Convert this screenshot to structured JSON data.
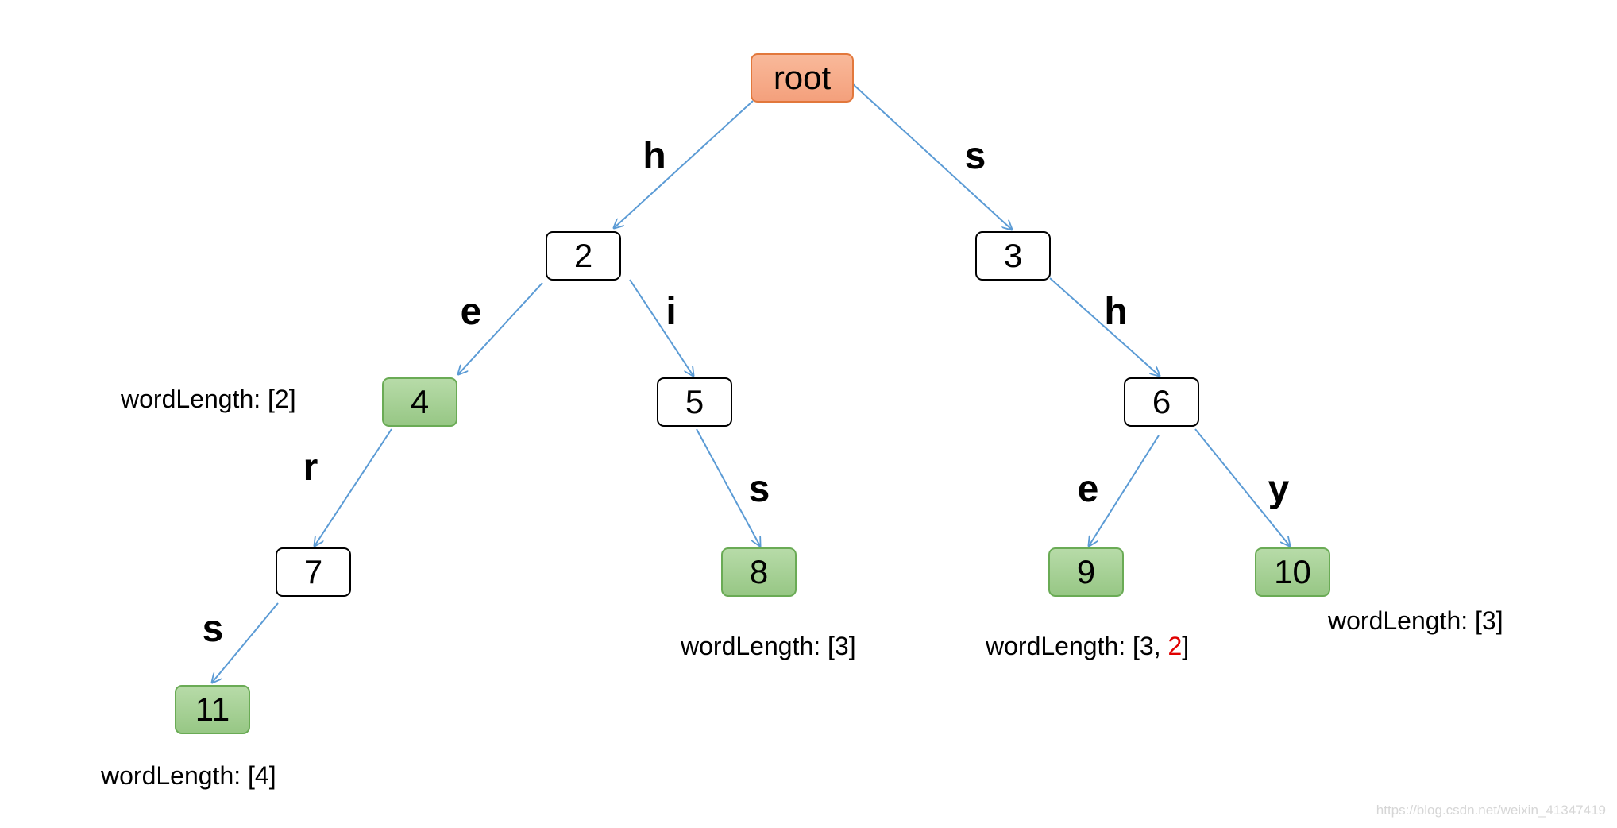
{
  "colors": {
    "edge": "#5b9bd5",
    "root_fill": "#f4a07c",
    "word_fill": "#97c785",
    "highlight": "#e00000"
  },
  "nodes": {
    "root": "root",
    "n2": "2",
    "n3": "3",
    "n4": "4",
    "n5": "5",
    "n6": "6",
    "n7": "7",
    "n8": "8",
    "n9": "9",
    "n10": "10",
    "n11": "11"
  },
  "edges": {
    "root_2": "h",
    "root_3": "s",
    "n2_4": "e",
    "n2_5": "i",
    "n3_6": "h",
    "n4_7": "r",
    "n5_8": "s",
    "n6_9": "e",
    "n6_10": "y",
    "n7_11": "s"
  },
  "annotations": {
    "n4": "wordLength: [2]",
    "n8": "wordLength: [3]",
    "n9_prefix": "wordLength: [3, ",
    "n9_highlight": "2",
    "n9_suffix": "]",
    "n10": "wordLength: [3]",
    "n11": "wordLength: [4]"
  },
  "watermark": "https://blog.csdn.net/weixin_41347419"
}
